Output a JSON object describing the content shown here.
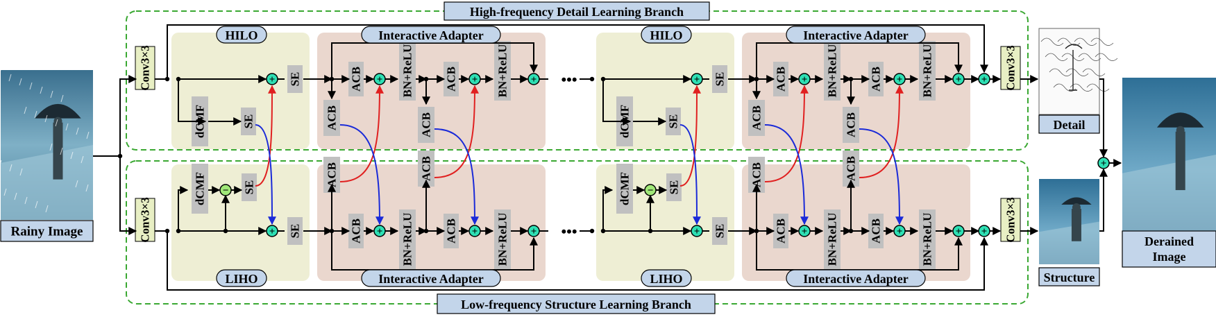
{
  "title_top": "High-frequency Detail Learning Branch",
  "title_bottom": "Low-frequency Structure Learning Branch",
  "input_label": "Rainy Image",
  "output_label_line1": "Derained",
  "output_label_line2": "Image",
  "detail_label": "Detail",
  "structure_label": "Structure",
  "block_labels": {
    "hilo": "HILO",
    "liho": "LIHO",
    "adapter": "Interactive Adapter",
    "conv": "Conv3×3",
    "dcmf": "dCMF",
    "se": "SE",
    "acb": "ACB",
    "bnrelu": "BN+ReLU",
    "ellipsis": "•••"
  },
  "operators": {
    "plus": "+",
    "minus": "−"
  },
  "colors": {
    "branch_border": "#3aa832",
    "hilo_bg": "#eeeed4",
    "adapter_bg": "#ead7ce",
    "label_bg": "#c3d5ea",
    "grey_box": "#c0c0c0",
    "conv_bg": "#e8efc4",
    "op_circle": "#2ee0b4",
    "op_minus": "#a0e878",
    "cross_red": "#e02020",
    "cross_blue": "#1a2ad8"
  }
}
